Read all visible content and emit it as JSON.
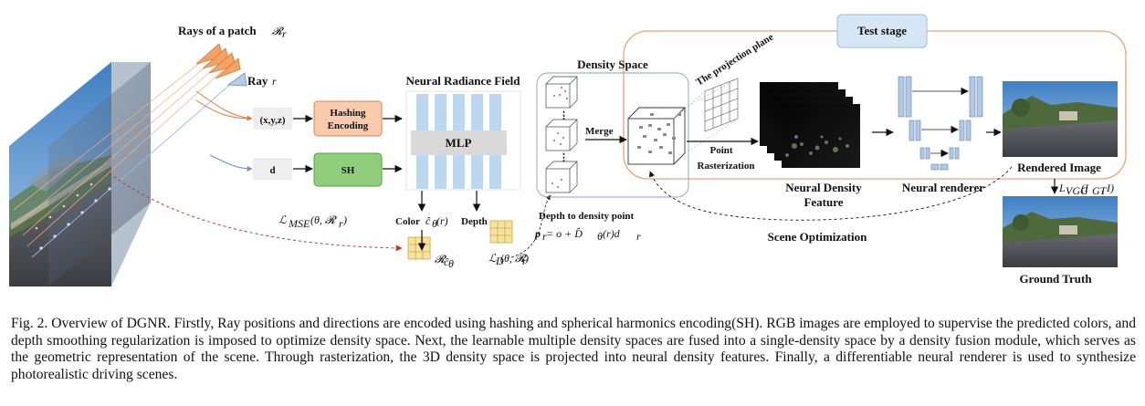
{
  "labels": {
    "rays_of_patch": "Rays of a patch",
    "rays_of_patch_math": "𝓡",
    "rays_of_patch_sub": "r",
    "ray": "Ray",
    "ray_math": "r",
    "xyz": "(x,y,z)",
    "d": "d",
    "hashing_line1": "Hashing",
    "hashing_line2": "Encoding",
    "sh": "SH",
    "nerf_title": "Neural Radiance Field",
    "mlp": "MLP",
    "density_space": "Density Space",
    "merge": "Merge",
    "projection_plane": "The projection plane",
    "point_rasterization_line1": "Point",
    "point_rasterization_line2": "Rasterization",
    "test_stage": "Test stage",
    "neural_density_feature_line1": "Neural Density",
    "neural_density_feature_line2": "Feature",
    "neural_renderer": "Neural renderer",
    "rendered_image": "Rendered Image",
    "ground_truth": "Ground Truth",
    "loss_vgg": "L",
    "loss_vgg_sub": "VGG",
    "loss_vgg_args": "(I",
    "loss_vgg_args_sub": "GT",
    "loss_vgg_args_end": ", I)",
    "loss_mse": "ℒ",
    "loss_mse_sub": "MSE",
    "loss_mse_args": "(θ, 𝓡",
    "loss_mse_args_sub": "r",
    "loss_mse_args_end": ")",
    "color": "Color",
    "color_math": "ĉ",
    "color_math_sub": "θ",
    "color_math_end": "(r)",
    "depth": "Depth",
    "depth_to_density": "Depth to density point",
    "depth_eq_p": "p",
    "depth_eq_p_sub": "r",
    "depth_eq_rest": " = o + D̂",
    "depth_eq_sub2": "θ",
    "depth_eq_end": "(r)d",
    "depth_eq_end_sub": "r",
    "loss_d": "ℒ",
    "loss_d_sub": "D",
    "loss_d_args": "(θ, 𝓡",
    "loss_d_args_sub": "r",
    "loss_d_args_end": ")",
    "r_c": "𝓡",
    "r_c_sub": "ĉ",
    "r_c_sub2": "θ",
    "scene_optimization": "Scene Optimization"
  },
  "colors": {
    "hashing_fill": "#f8cbad",
    "hashing_stroke": "#d9825b",
    "sh_fill": "#8fcf7b",
    "sh_stroke": "#5a9e48",
    "mlp_bar": "#bdd7ee",
    "mlp_box": "#d9d9d9",
    "test_stage_fill": "#d6e6f5",
    "test_stage_stroke": "#9dbbd9",
    "stage_border": "#e8a37d",
    "ray_orange": "#f2a365",
    "ray_blue": "#9bb6e0",
    "loss_red": "#c0392b",
    "grid_yellow": "#f5e3a3"
  },
  "caption": "Fig. 2.  Overview of DGNR. Firstly, Ray positions and directions are encoded using hashing and spherical harmonics encoding(SH). RGB images are employed to supervise the predicted colors, and depth smoothing regularization is imposed to optimize density space. Next, the learnable multiple density spaces are fused into a single-density space by a density fusion module, which serves as the geometric representation of the scene. Through rasterization, the 3D density space is projected into neural density features. Finally, a differentiable neural renderer is used to synthesize photorealistic driving scenes."
}
